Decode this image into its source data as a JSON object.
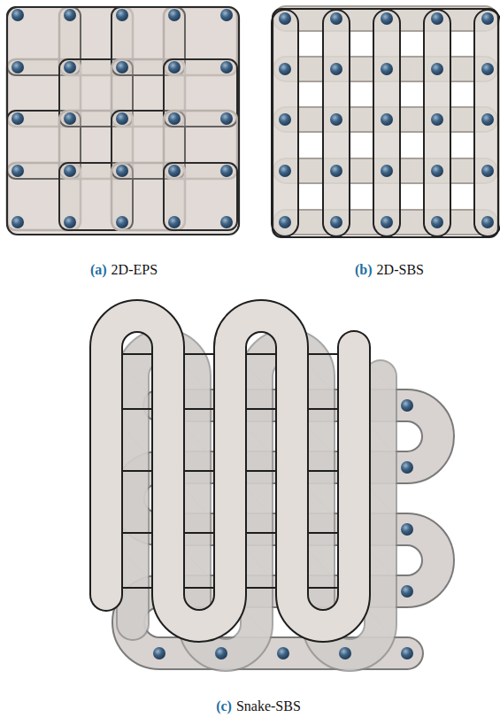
{
  "diagram": {
    "labels": [
      "(a)",
      "2D-EPS",
      "(b)",
      "2D-SBS",
      "(c)",
      "Snake-SBS"
    ]
  }
}
